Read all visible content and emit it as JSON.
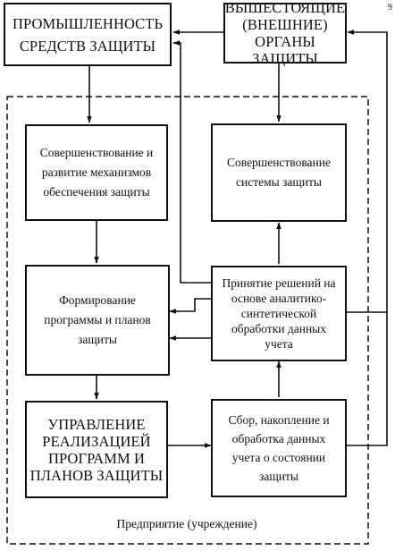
{
  "boxes": {
    "industry": [
      "ПРОМЫШЛЕННОСТЬ",
      "СРЕДСТВ ЗАЩИТЫ"
    ],
    "authorities": [
      "ВЫШЕСТОЯЩИЕ",
      "(ВНЕШНИЕ) ОРГАНЫ",
      "ЗАЩИТЫ"
    ],
    "mechanisms": [
      "Совершенствование и",
      "развитие механизмов",
      "обеспечения защиты"
    ],
    "system": [
      "Совершенствование",
      "системы защиты"
    ],
    "programs": [
      "Формирование",
      "программы и планов",
      "защиты"
    ],
    "decisions": [
      "Принятие решений на",
      "основе аналитико-",
      "синтетической",
      "обработки данных",
      "учета"
    ],
    "management": [
      "УПРАВЛЕНИЕ",
      "РЕАЛИЗАЦИЕЙ",
      "ПРОГРАММ И",
      "ПЛАНОВ ЗАЩИТЫ"
    ],
    "collection": [
      "Сбор, накопление и",
      "обработка данных",
      "учета о состоянии",
      "защиты"
    ]
  },
  "enterprise_label": "Предприятие (учреждение)",
  "corner_mark": "9"
}
